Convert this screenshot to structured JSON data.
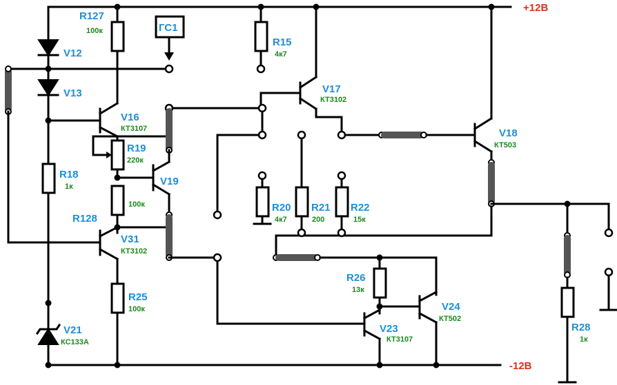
{
  "rails": {
    "positive": "+12В",
    "negative": "-12В"
  },
  "signal_source": {
    "label": "ГС1"
  },
  "components": {
    "R127": {
      "ref": "R127",
      "value": "100к"
    },
    "R15": {
      "ref": "R15",
      "value": "4к7"
    },
    "R19": {
      "ref": "R19",
      "value": "220к"
    },
    "R18": {
      "ref": "R18",
      "value": "1к"
    },
    "R128": {
      "ref": "R128",
      "value": "100к"
    },
    "R25": {
      "ref": "R25",
      "value": "100к"
    },
    "R20": {
      "ref": "R20",
      "value": "4к7"
    },
    "R21": {
      "ref": "R21",
      "value": "200"
    },
    "R22": {
      "ref": "R22",
      "value": "15к"
    },
    "R26": {
      "ref": "R26",
      "value": "13к"
    },
    "R28": {
      "ref": "R28",
      "value": "1к"
    },
    "V12": {
      "ref": "V12"
    },
    "V13": {
      "ref": "V13"
    },
    "V16": {
      "ref": "V16",
      "value": "КТ3107"
    },
    "V17": {
      "ref": "V17",
      "value": "КТ3102"
    },
    "V18": {
      "ref": "V18",
      "value": "КТ503"
    },
    "V19": {
      "ref": "V19"
    },
    "V31": {
      "ref": "V31",
      "value": "КТ3102"
    },
    "V21": {
      "ref": "V21",
      "value": "КС133А"
    },
    "V23": {
      "ref": "V23",
      "value": "КТ3107"
    },
    "V24": {
      "ref": "V24",
      "value": "КТ502"
    }
  }
}
